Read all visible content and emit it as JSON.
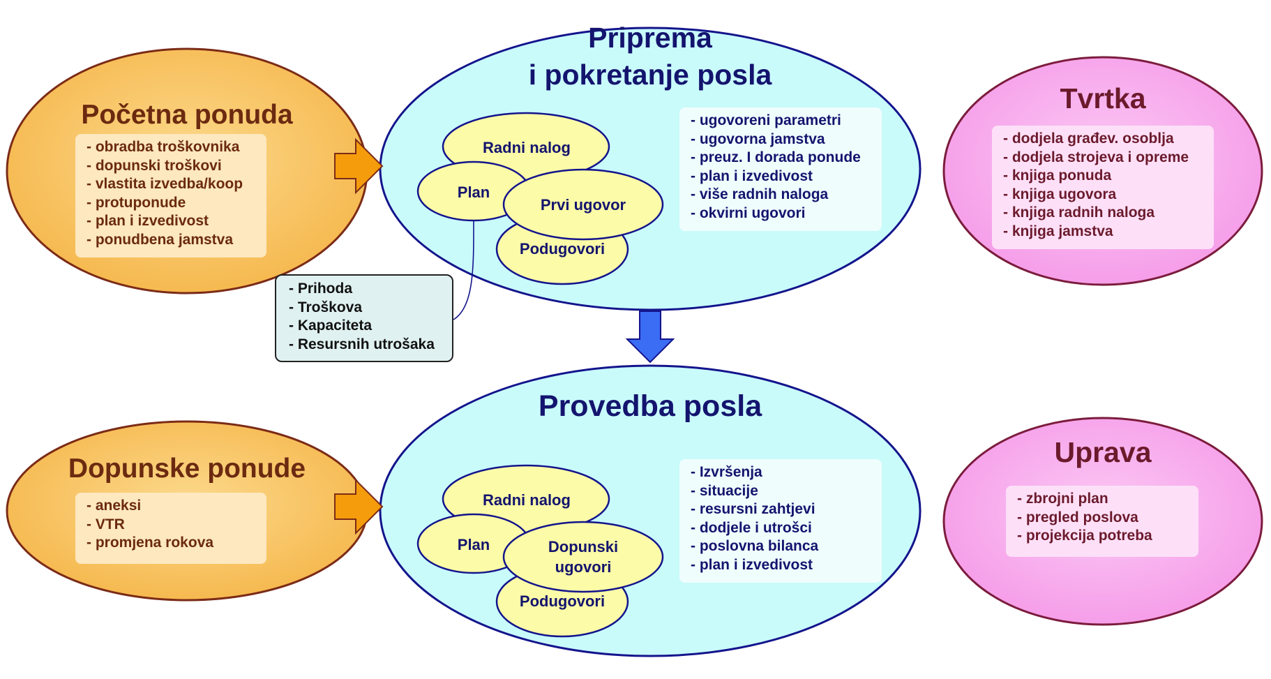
{
  "offer_initial": {
    "title": "Početna ponuda",
    "items": [
      "- obradba troškovnika",
      "- dopunski troškovi",
      "- vlastita izvedba/koop",
      "- protuponude",
      "- plan i izvedivost",
      "- ponudbena jamstva"
    ]
  },
  "preparation": {
    "title_line1": "Priprema",
    "title_line2": "i pokretanje posla",
    "ovals": {
      "work_order": "Radni nalog",
      "plan": "Plan",
      "first_contract": "Prvi ugovor",
      "subcontracts": "Podugovori"
    },
    "items": [
      "- ugovoreni parametri",
      "- ugovorna jamstva",
      "- preuz. I dorada ponude",
      "- plan i izvedivost",
      "- više radnih naloga",
      "- okvirni ugovori"
    ]
  },
  "company": {
    "title": "Tvrtka",
    "items": [
      "- dodjela građev. osoblja",
      "- dodjela strojeva i opreme",
      "- knjiga ponuda",
      "- knjiga ugovora",
      "- knjiga radnih naloga",
      "- knjiga jamstva"
    ]
  },
  "plan_note": {
    "items": [
      "- Prihoda",
      "- Troškova",
      "- Kapaciteta",
      "- Resursnih utrošaka"
    ]
  },
  "execution": {
    "title": "Provedba posla",
    "ovals": {
      "work_order": "Radni nalog",
      "plan": "Plan",
      "additional_contracts_line1": "Dopunski",
      "additional_contracts_line2": "ugovori",
      "subcontracts": "Podugovori"
    },
    "items": [
      "- Izvršenja",
      "- situacije",
      "- resursni zahtjevi",
      "- dodjele i utrošci",
      "- poslovna bilanca",
      "- plan i izvedivost"
    ]
  },
  "offer_additional": {
    "title": "Dopunske ponude",
    "items": [
      "- aneksi",
      "- VTR",
      "- promjena rokova"
    ]
  },
  "management": {
    "title": "Uprava",
    "items": [
      "- zbrojni plan",
      "- pregled poslova",
      "- projekcija potreba"
    ]
  },
  "colors": {
    "orange_fill": "#f8c25e",
    "orange_border": "#7b2b17",
    "orange_text": "#6b2a10",
    "cyan_fill": "#c9fbfb",
    "navy_border": "#14148c",
    "navy_text": "#14146e",
    "yellow_fill": "#fbfba8",
    "pink_fill": "#f8a6ee",
    "pink_border": "#7b1c3c",
    "pink_text": "#6b1a2c",
    "blue_arrow": "#3b6cf4",
    "orange_arrow": "#f59c0c"
  }
}
